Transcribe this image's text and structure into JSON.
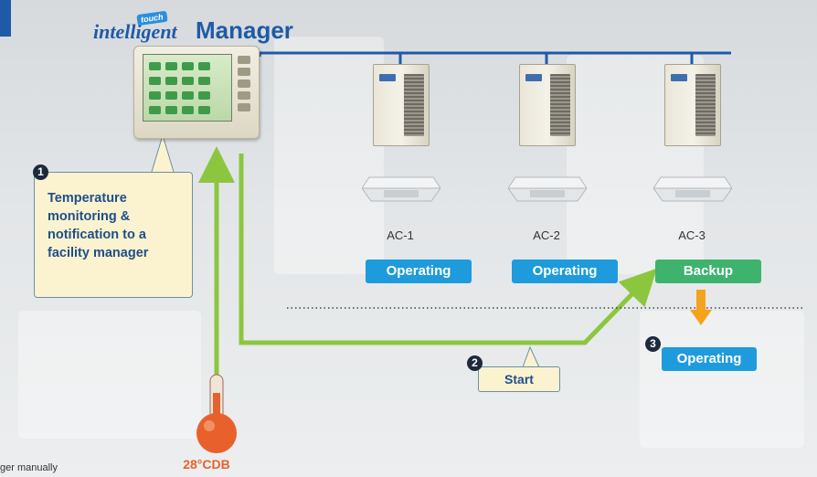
{
  "title": {
    "intelligent": "intelligent",
    "touch": "touch",
    "manager": "Manager"
  },
  "callout": {
    "number": "1",
    "text": "Temperature monitoring & notification to a facility manager"
  },
  "units": [
    {
      "label": "AC-1",
      "status": "Operating",
      "status_color": "#1e9bdc"
    },
    {
      "label": "AC-2",
      "status": "Operating",
      "status_color": "#1e9bdc"
    },
    {
      "label": "AC-3",
      "status": "Backup",
      "status_color": "#3eb36e"
    }
  ],
  "step2": {
    "number": "2",
    "label": "Start"
  },
  "step3": {
    "number": "3",
    "label": "Operating"
  },
  "temperature": {
    "label": "28°CDB",
    "color": "#e8612c"
  },
  "footer_note": "ger manually",
  "colors": {
    "network_line": "#1f5aa6",
    "signal_arrow": "#8cc63f",
    "switch_arrow": "#f4a31b",
    "brand_blue": "#1f5aa6"
  }
}
